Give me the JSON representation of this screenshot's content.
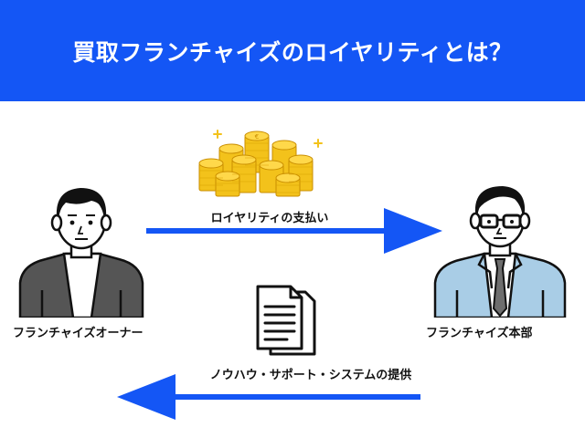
{
  "header": {
    "title": "買取フランチャイズのロイヤリティとは？"
  },
  "left_person": {
    "label": "フランチャイズオーナー"
  },
  "right_person": {
    "label": "フランチャイズ本部"
  },
  "top_flow": {
    "label": "ロイヤリティの支払い",
    "direction": "left-to-right",
    "icon": "coin-stacks-icon"
  },
  "bottom_flow": {
    "label": "ノウハウ・サポート・システムの提供",
    "direction": "right-to-left",
    "icon": "documents-icon"
  },
  "colors": {
    "header_bg": "#1456f5",
    "arrow": "#1456f5",
    "coin": "#f3c21b",
    "owner_jacket": "#555555",
    "hq_suit": "#a9cde6"
  }
}
